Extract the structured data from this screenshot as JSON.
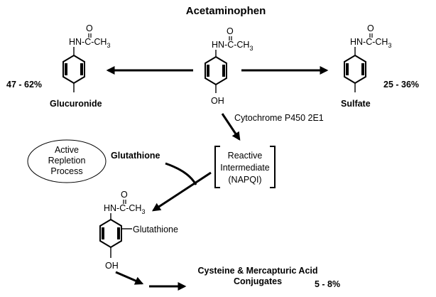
{
  "title": "Acetaminophen",
  "acetyl_group": {
    "atom_o": "O",
    "chain": "HN-C-CH",
    "subscript": "3"
  },
  "parent_substituent": "OH",
  "glucuronide": {
    "label": "Glucuronide",
    "percent": "47 - 62%"
  },
  "sulfate": {
    "label": "Sulfate",
    "percent": "25 - 36%"
  },
  "enzyme": "Cytochrome P450 2E1",
  "intermediate": {
    "line1": "Reactive",
    "line2": "Intermediate",
    "line3": "(NAPQI)"
  },
  "repletion": {
    "line1": "Active",
    "line2": "Repletion",
    "line3": "Process"
  },
  "glutathione_label": "Glutathione",
  "conjugate_substituent": "Glutathione",
  "conjugate_oh": "OH",
  "final_product": {
    "line1": "Cysteine & Mercapturic Acid",
    "line2": "Conjugates",
    "percent": "5 - 8%"
  },
  "colors": {
    "ink": "#000000",
    "background": "#ffffff"
  }
}
